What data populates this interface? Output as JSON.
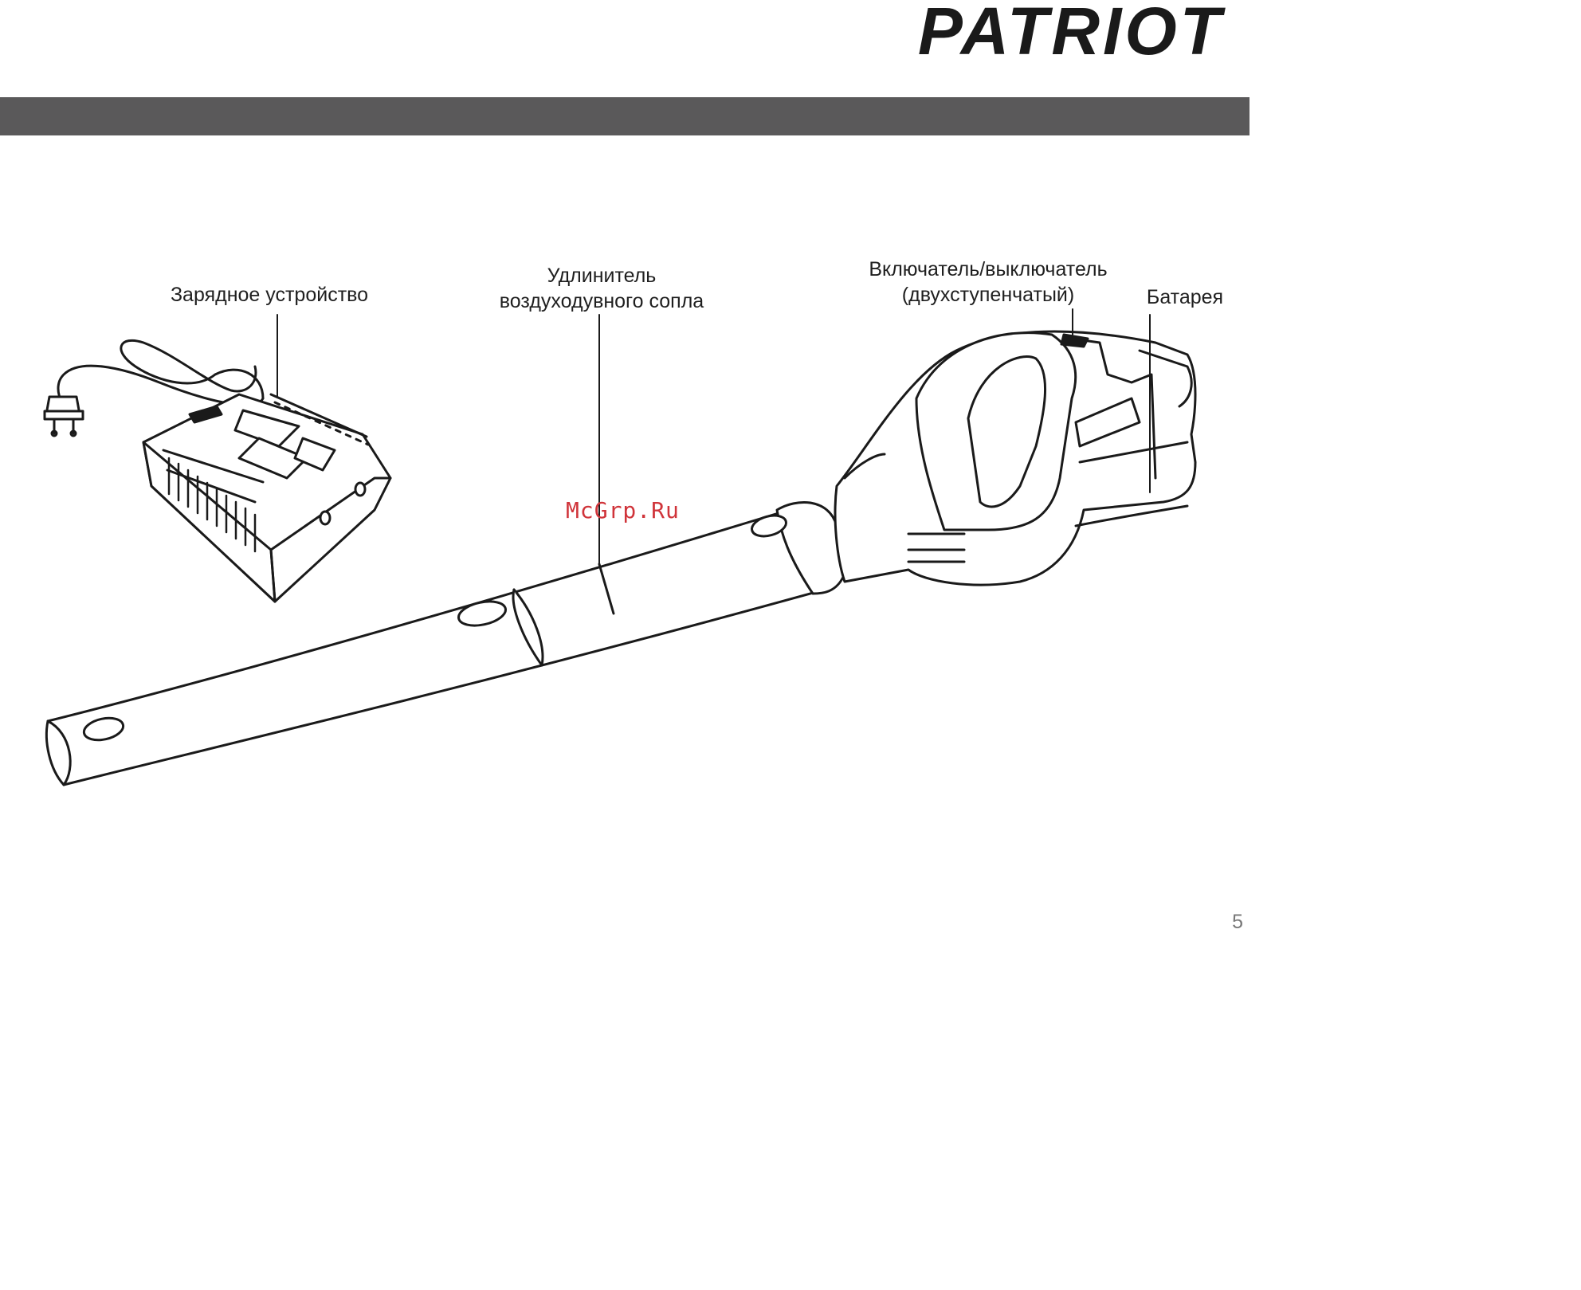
{
  "brand": {
    "name": "PATRIOT"
  },
  "labels": {
    "charger": "Зарядное устройство",
    "nozzle_line1": "Удлинитель",
    "nozzle_line2": "воздуходувного сопла",
    "switch_line1": "Включатель/выключатель",
    "switch_line2": "(двухступенчатый)",
    "battery": "Батарея"
  },
  "watermark": "McGrp.Ru",
  "page_number": "5"
}
